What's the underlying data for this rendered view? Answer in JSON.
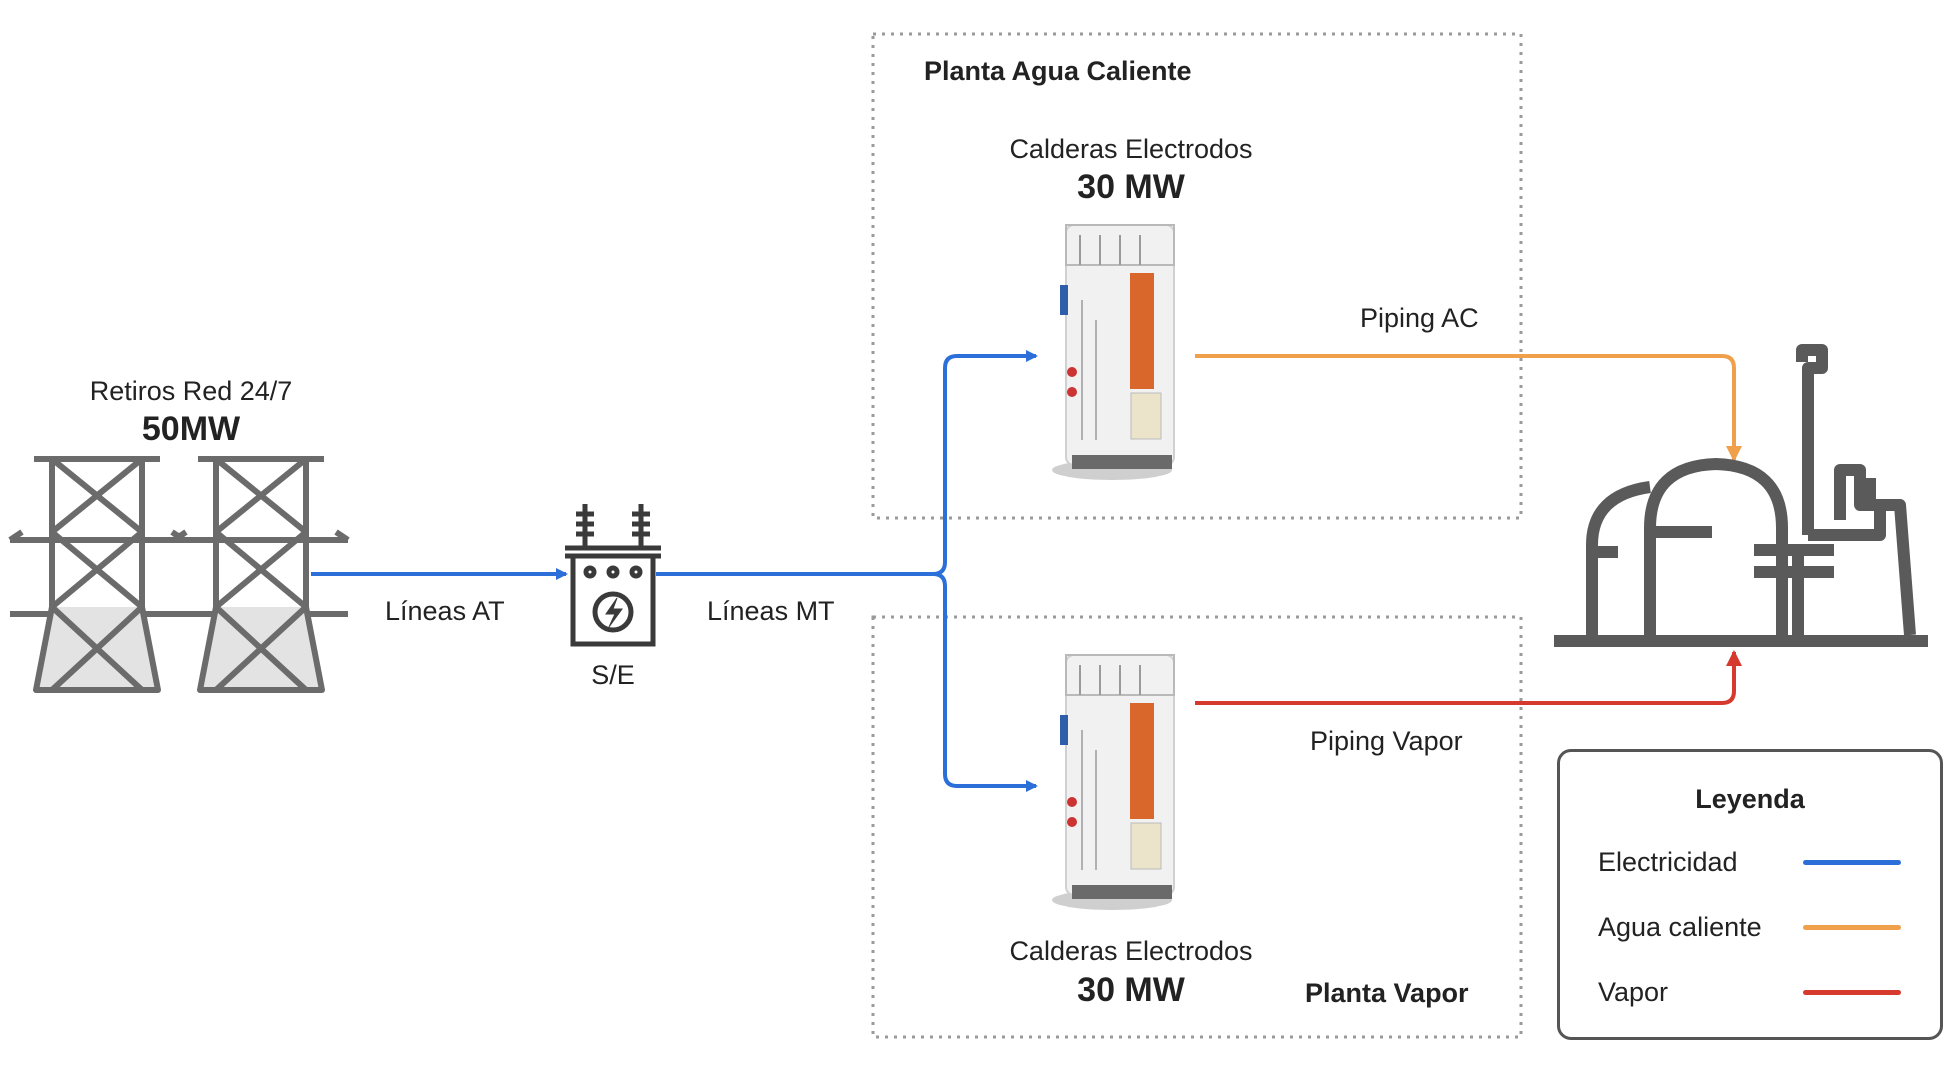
{
  "colors": {
    "electricity": "#2d6fd9",
    "hot_water": "#f0a04b",
    "steam": "#d63a2e",
    "tower": "#6b6b6b",
    "plant": "#5a5a5a",
    "boiler_orange": "#d9662a",
    "dotted_border": "#9a9a9a"
  },
  "grid": {
    "title": "Retiros Red 24/7",
    "power": "50MW"
  },
  "lines": {
    "at_label": "Líneas AT",
    "mt_label": "Líneas MT"
  },
  "substation": {
    "label": "S/E"
  },
  "hot_water_plant": {
    "title": "Planta Agua Caliente",
    "boiler_title": "Calderas Electrodos",
    "boiler_power": "30 MW",
    "piping_label": "Piping AC"
  },
  "steam_plant": {
    "title": "Planta Vapor",
    "boiler_title": "Calderas Electrodos",
    "boiler_power": "30 MW",
    "piping_label": "Piping Vapor"
  },
  "legend": {
    "title": "Leyenda",
    "items": [
      {
        "label": "Electricidad",
        "color": "#2d6fd9"
      },
      {
        "label": "Agua caliente",
        "color": "#f0a04b"
      },
      {
        "label": "Vapor",
        "color": "#d63a2e"
      }
    ]
  },
  "icons": [
    "transmission-tower-icon",
    "transformer-icon",
    "electrode-boiler-icon",
    "industrial-plant-icon"
  ]
}
